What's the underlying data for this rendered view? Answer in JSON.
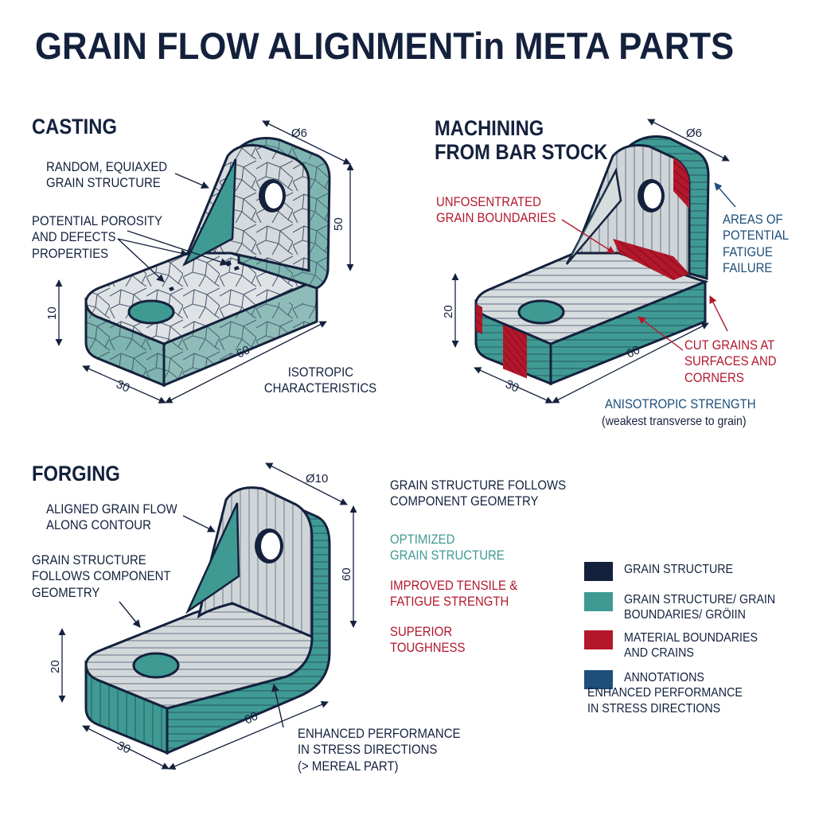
{
  "title": "GRAIN FLOW ALIGNMENTin META PARTS",
  "colors": {
    "navy": "#14213d",
    "teal": "#3f9a93",
    "red": "#b3172b",
    "blue": "#1d4f7a",
    "grey": "#c9ced3"
  },
  "casting": {
    "heading": "CASTING",
    "labels": {
      "random": [
        "RANDOM, EQUIAXED",
        "GRAIN STRUCTURE"
      ],
      "porosity": [
        "POTENTIAL POROSITY",
        "AND DEFECTS",
        "PROPERTIES"
      ],
      "isotropic": [
        "ISOTROPIC",
        "CHARACTERISTICS"
      ]
    },
    "dims": {
      "hole": "Ø6",
      "height": "50",
      "thickness": "10",
      "length": "60",
      "width": "30"
    }
  },
  "machining": {
    "heading": [
      "MACHINING",
      "FROM BAR STOCK"
    ],
    "labels": {
      "unconcentrated": [
        "UNFOSENTRATED",
        "GRAIN BOUNDARIES"
      ],
      "fatigue": [
        "AREAS OF",
        "POTENTIAL",
        "FATIGUE",
        "FAILURE"
      ],
      "cut": [
        "CUT GRAINS AT",
        "SURFACES AND",
        "CORNERS"
      ],
      "anisotropic": "ANISOTROPIC STRENGTH",
      "anisotropic_note": "(weakest transverse to grain)"
    },
    "dims": {
      "hole": "Ø6",
      "thickness": "20",
      "length": "60",
      "width": "30"
    }
  },
  "forging": {
    "heading": "FORGING",
    "labels": {
      "aligned": [
        "ALIGNED GRAIN FLOW",
        "ALONG CONTOUR"
      ],
      "follows": [
        "GRAIN STRUCTURE",
        "FOLLOWS COMPONENT",
        "GEOMETRY"
      ],
      "enhanced": [
        "ENHANCED PERFORMANCE",
        "IN STRESS DIRECTIONS",
        "(> MEREAL PART)"
      ]
    },
    "dims": {
      "hole": "Ø10",
      "height": "60",
      "thickness": "20",
      "length": "60",
      "width": "30"
    }
  },
  "benefits": {
    "geometry": [
      "GRAIN STRUCTURE FOLLOWS",
      "COMPONENT GEOMETRY"
    ],
    "optimized": [
      "OPTIMIZED",
      "GRAIN STRUCTURE"
    ],
    "tensile": [
      "IMPROVED TENSILE &",
      "FATIGUE STRENGTH"
    ],
    "toughness": [
      "SUPERIOR",
      "TOUGHNESS"
    ]
  },
  "legend": [
    {
      "color": "#14213d",
      "label": [
        "GRAIN STRUCTURE"
      ]
    },
    {
      "color": "#3f9a93",
      "label": [
        "GRAIN STRUCTURE/ GRAIN",
        "BOUNDARIES/ GRÖIIN"
      ]
    },
    {
      "color": "#b3172b",
      "label": [
        "MATERIAL BOUNDARIES",
        "AND CRAINS"
      ]
    },
    {
      "color": "#1d4f7a",
      "label": [
        "ANNOTATIONS",
        "ENHANCED PERFORMANCE",
        "IN STRESS DIRECTIONS"
      ]
    }
  ]
}
